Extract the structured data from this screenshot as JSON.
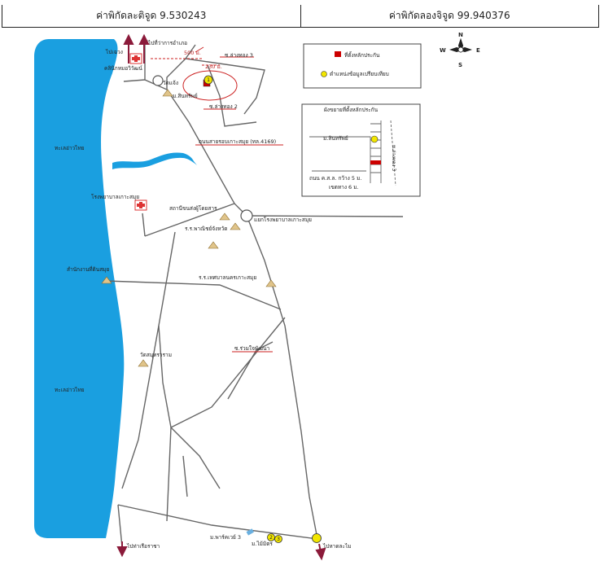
{
  "header": {
    "latitude": "ค่าพิกัดละติจูด 9.530243",
    "longitude": "ค่าพิกัดลองจิจูด 99.940376"
  },
  "compass": {
    "n": "N",
    "s": "S",
    "e": "E",
    "w": "W"
  },
  "legend": {
    "property": "ที่ตั้งหลักประกัน",
    "comparable": "ตำแหน่งข้อมูลเปรียบเทียบ",
    "colors": {
      "property": "#cc0000",
      "comparable": "#f2e600",
      "sea": "#1a9fe0",
      "route": "#8b1a3a"
    }
  },
  "inset": {
    "title": "ผังขยายที่ตั้งหลักประกัน",
    "village": "ม.สินทรัพย์",
    "lane": "ซ.ล่างทอง 3",
    "road_note": "ถนน ค.ส.ล. กว้าง 5 ม.",
    "easement": "เขตทาง 6 ม."
  },
  "labels": {
    "to_chaweng": "ไปเฉวง",
    "to_district_office": "ไปที่ว่าการอำเภอ",
    "clinic": "คลินิกหมอวิวัฒน์",
    "dist_500": "500 ม.",
    "dist_230": "230 ม.",
    "soi_3": "ซ.ล่างทอง 3",
    "wat_khaeng": "วัดแจ้ง",
    "m_sinsap": "ม.สินทรัพย์",
    "soi_2": "ซ.ล่างทอง 2",
    "ring_road": "ถนนสายรอบเกาะสมุย (ทล.4169)",
    "sea_north": "ทะเลอ่าวไทย",
    "sea_south": "ทะเลอ่าวไทย",
    "hospital": "โรงพยาบาลเกาะสมุย",
    "health_station": "สถานีขนส่งผู้โดยสาร",
    "school_phanit": "ร.ร.พาณิชย์จังหวัด",
    "junction_hospital": "แยกโรงพยาบาลเกาะสมุย",
    "land_office": "สำนักงานที่ดินสมุย",
    "school_municipal": "ร.ร.เทศบาลนครเกาะสมุย",
    "wat_samut": "วัดสมุทราราม",
    "soi_ruam": "ซ.ร่วมใจพัฒนา",
    "to_ao_thong": "ไปท่าเรือราชา",
    "park_3": "ม.พาร์คเวย์ 3",
    "m_maimit": "ม.ไม้มิตร",
    "to_lamai": "ไปหาดละไม"
  }
}
